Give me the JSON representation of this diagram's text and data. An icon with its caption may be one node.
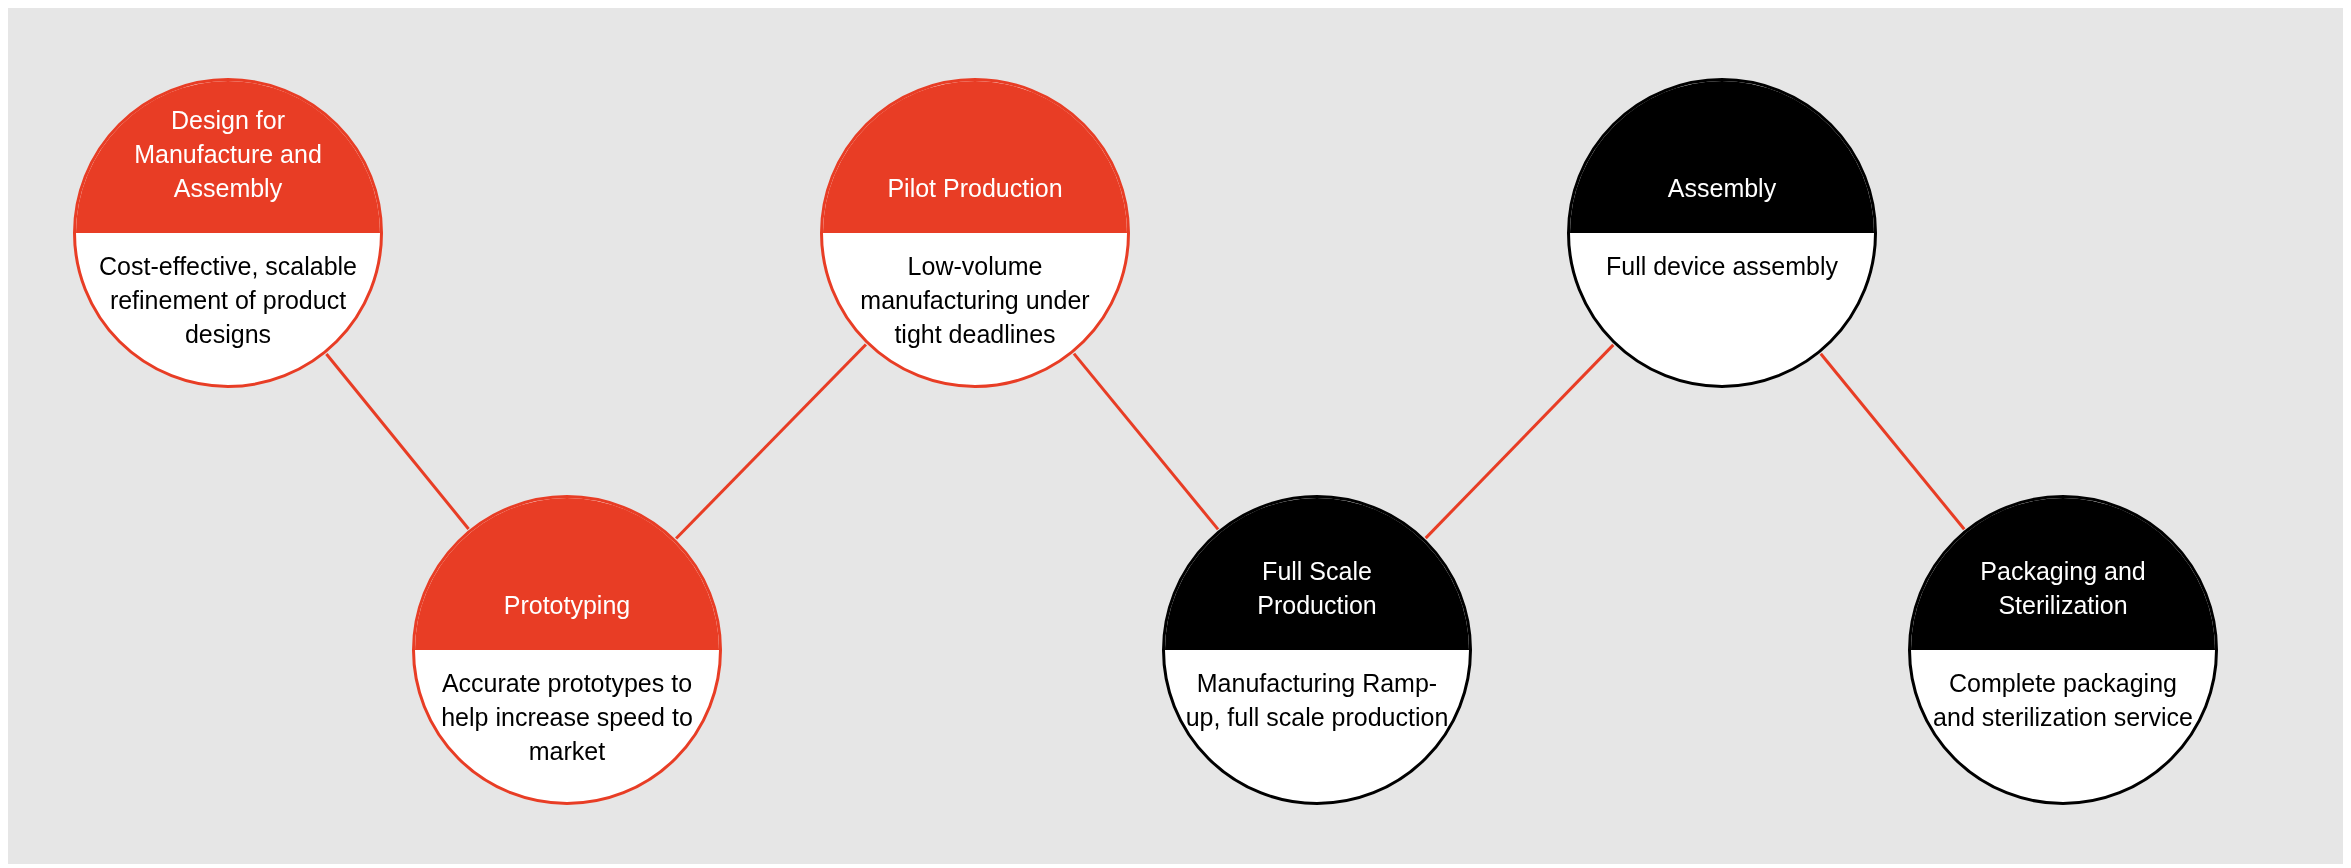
{
  "diagram": {
    "nodes": [
      {
        "text": [
          "Design for Manufacture and Assembly",
          "Cost-effective, scalable refinement of product designs"
        ]
      },
      {
        "text": [
          "Prototyping",
          "Accurate prototypes to help increase speed to market"
        ]
      },
      {
        "text": [
          "Pilot Production",
          "Low-volume manufacturing under tight deadlines"
        ]
      },
      {
        "text": [
          "Full Scale Production",
          "Manufacturing Ramp-up, full scale production"
        ]
      },
      {
        "text": [
          "Assembly",
          "Full device assembly"
        ]
      },
      {
        "text": [
          "Packaging and Sterilization",
          "Complete packaging and sterilization service"
        ]
      }
    ],
    "edges": [
      {
        "from": 0,
        "to": 1,
        "arrow": "none"
      },
      {
        "from": 1,
        "to": 2,
        "arrow": "none"
      },
      {
        "from": 2,
        "to": 3,
        "arrow": "none"
      },
      {
        "from": 3,
        "to": 4,
        "arrow": "none"
      },
      {
        "from": 4,
        "to": 5,
        "arrow": "none"
      }
    ]
  }
}
